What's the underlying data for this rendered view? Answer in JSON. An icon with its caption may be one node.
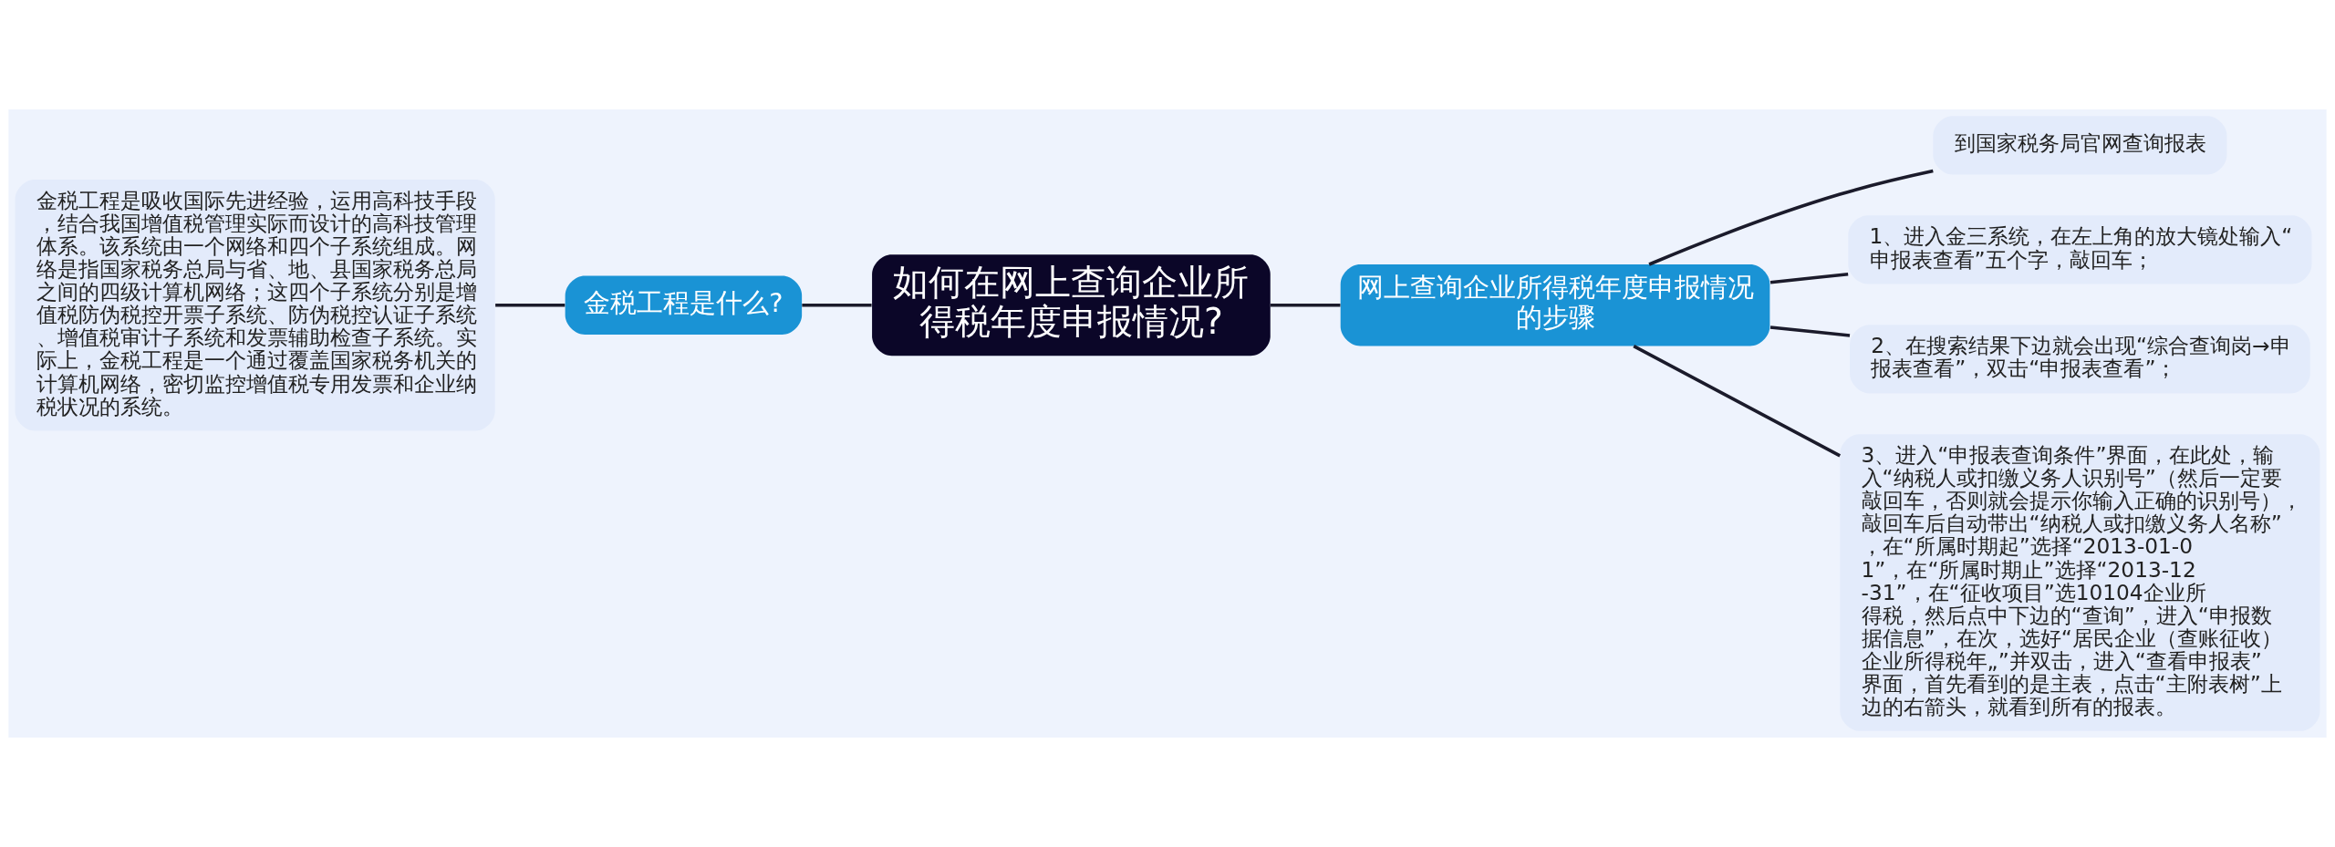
{
  "diagram": {
    "nodes": [
      {
        "text": [
          "如何在网上查询企业所得税年度申报情况?"
        ]
      },
      {
        "text": [
          "金税工程是什么?"
        ]
      },
      {
        "text": [
          "金税工程是吸收国际先进经验，运用高科技手段，结合我国增值税管理实际而设计的高科技管理体系。该系统由一个网络和四个子系统组成。网络是指国家税务总局与省、地、县国家税务总局之间的四级计算机网络；这四个子系统分别是增值税防伪税控开票子系统、防伪税控认证子系统、增值税审计子系统和发票辅助检查子系统。实际上，金税工程是一个通过覆盖国家税务机关的计算机网络，密切监控增值税专用发票和企业纳税状况的系统。"
        ]
      },
      {
        "text": [
          "网上查询企业所得税年度申报情况的步骤"
        ]
      },
      {
        "text": [
          "到国家税务局官网查询报表"
        ]
      },
      {
        "text": [
          "1、进入金三系统，在左上角的放大镜处输入“申报表查看”五个字，敲回车；"
        ]
      },
      {
        "text": [
          "2、在搜索结果下边就会出现“综合查询岗→申报表查看”，双击“申报表查看”；"
        ]
      },
      {
        "text": [
          "3、进入“申报表查询条件”界面，在此处，输入“纳税人或扣缴义务人识别号”（然后一定要敲回车，否则就会提示你输入正确的识别号），敲回车后自动带出“纳税人或扣缴义务人名称”，在“所属时期起”选择“2013-01-01”，在“所属时期止”选择“2013-12-31”，在“征收项目”选10104企业所得税，然后点中下边的“查询”，进入“申报数据信息”，在次，选好“居民企业（查账征收）企业所得税年„”并双击，进入“查看申报表”界面，首先看到的是主表，点击“主附表树”上边的右箭头，就看到所有的报表。"
        ]
      }
    ],
    "edges": [
      {
        "from": 0,
        "to": 1,
        "arrow": "none"
      },
      {
        "from": 1,
        "to": 2,
        "arrow": "none"
      },
      {
        "from": 0,
        "to": 3,
        "arrow": "none"
      },
      {
        "from": 3,
        "to": 4,
        "arrow": "none"
      },
      {
        "from": 3,
        "to": 5,
        "arrow": "none"
      },
      {
        "from": 3,
        "to": 6,
        "arrow": "none"
      },
      {
        "from": 3,
        "to": 7,
        "arrow": "none"
      }
    ]
  }
}
